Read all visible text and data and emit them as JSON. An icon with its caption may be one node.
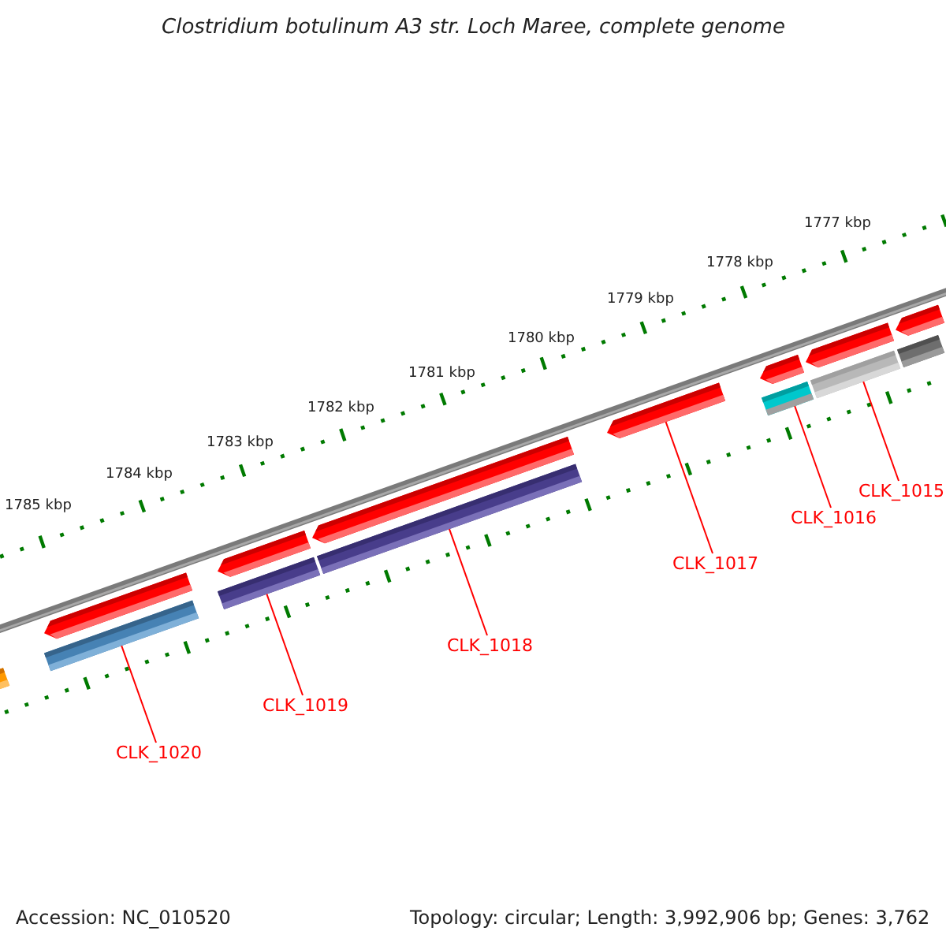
{
  "diagram": {
    "title": "Clostridium botulinum A3 str. Loch Maree, complete genome",
    "nodes": [
      {
        "text": [
          "CLK_1020"
        ]
      },
      {
        "text": [
          "CLK_1019"
        ]
      },
      {
        "text": [
          "CLK_1018"
        ]
      },
      {
        "text": [
          "CLK_1017"
        ]
      },
      {
        "text": [
          "CLK_1016"
        ]
      },
      {
        "text": [
          "CLK_1015"
        ]
      },
      {
        "text": [],
        "shape": "bar"
      },
      {
        "text": [],
        "shape": "bar"
      },
      {
        "text": [],
        "shape": "bar"
      },
      {
        "text": [],
        "shape": "bar"
      },
      {
        "text": [],
        "shape": "bar"
      },
      {
        "text": [],
        "shape": "bar"
      },
      {
        "text": [],
        "shape": "bar"
      },
      {
        "text": [],
        "shape": "bar"
      },
      {
        "text": [],
        "shape": "bar"
      },
      {
        "text": [],
        "shape": "bar"
      },
      {
        "text": [],
        "shape": "bar"
      },
      {
        "text": [],
        "shape": "bar"
      },
      {
        "text": [],
        "shape": "bar"
      },
      {
        "text": [],
        "shape": "bar"
      }
    ],
    "edges": [
      {
        "from": 0,
        "to": 7,
        "arrow": "none"
      },
      {
        "from": 1,
        "to": 9,
        "arrow": "none"
      },
      {
        "from": 2,
        "to": 11,
        "arrow": "none"
      },
      {
        "from": 3,
        "to": 13,
        "arrow": "none"
      },
      {
        "from": 4,
        "to": 14,
        "arrow": "none"
      },
      {
        "from": 5,
        "to": 16,
        "arrow": "none"
      }
    ],
    "labels": [
      "1777 kbp",
      "1778 kbp",
      "1779 kbp",
      "1780 kbp",
      "1781 kbp",
      "1782 kbp",
      "1783 kbp",
      "1784 kbp",
      "1785 kbp",
      "Accession: NC_010520",
      "Topology: circular; Length: 3,992,906 bp; Genes: 3,762"
    ]
  }
}
